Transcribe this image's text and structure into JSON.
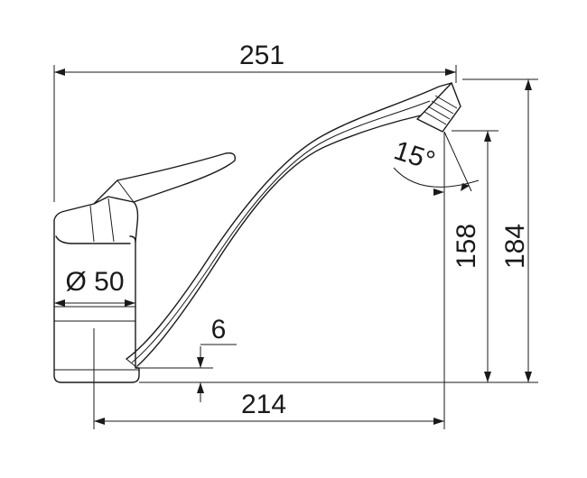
{
  "dimensions": {
    "overall_width": "251",
    "spout_reach": "214",
    "base_diameter": "Ø 50",
    "base_gap": "6",
    "overall_height": "184",
    "spout_height": "158",
    "spout_angle": "15°"
  }
}
